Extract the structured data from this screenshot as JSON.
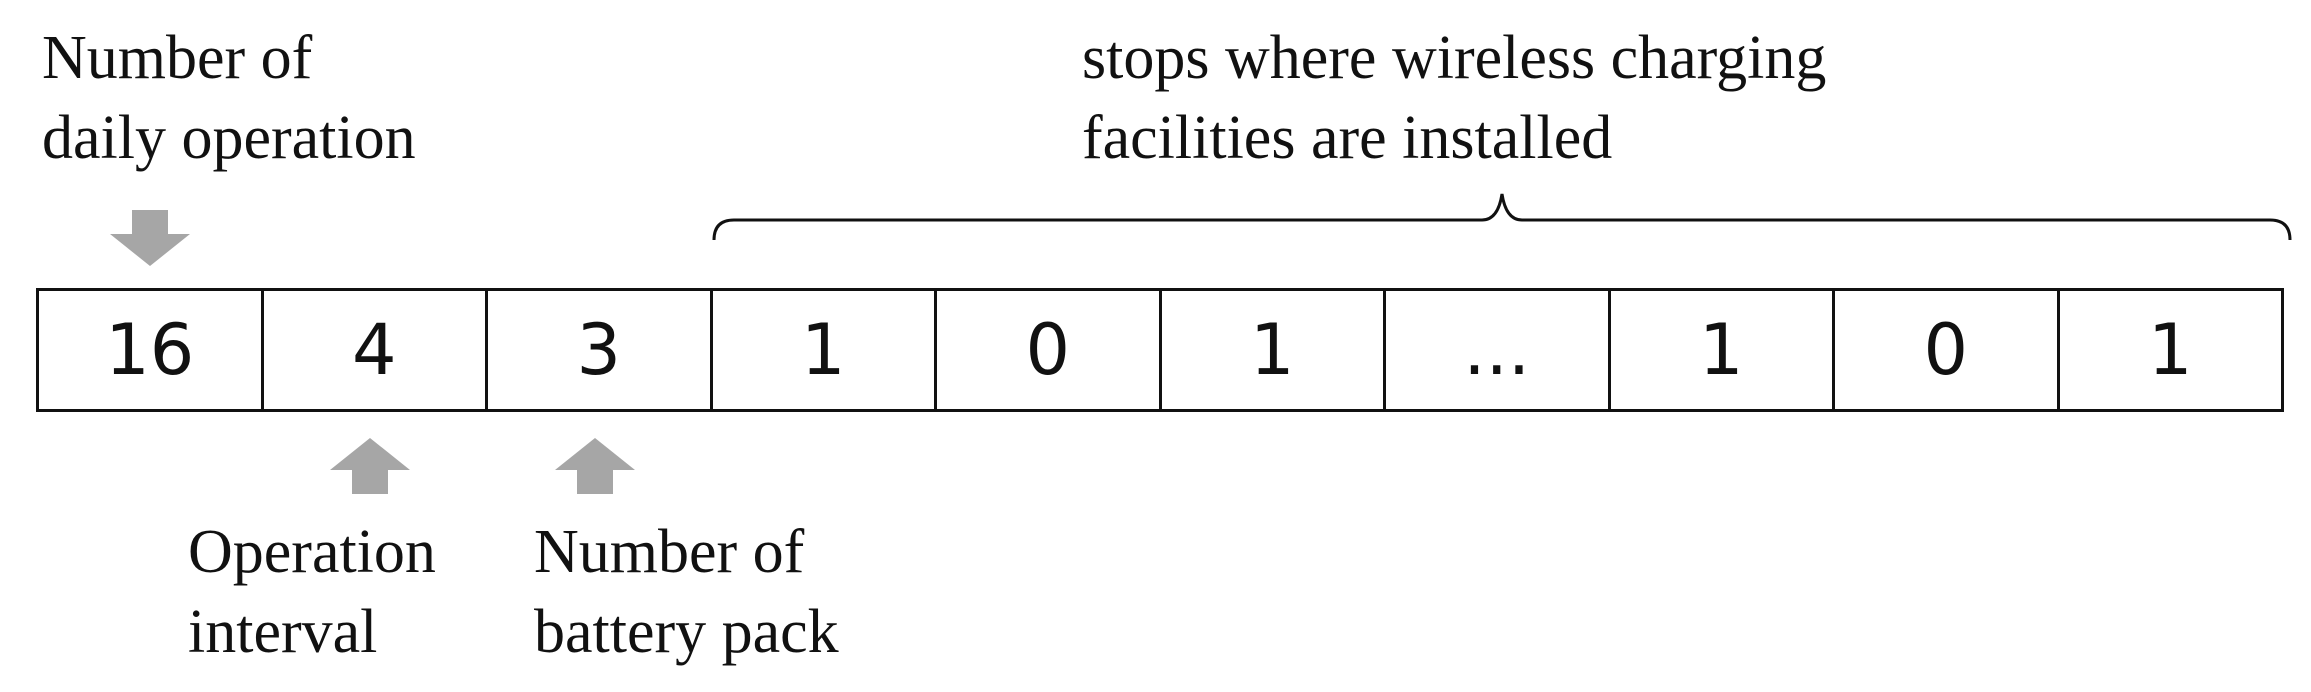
{
  "labels": {
    "daily_operation": [
      "Number of",
      "daily operation"
    ],
    "stops": [
      "stops where wireless charging",
      "facilities are installed"
    ],
    "operation_interval": [
      "Operation",
      "interval"
    ],
    "battery_pack": [
      "Number of",
      "battery pack"
    ]
  },
  "genes": [
    "16",
    "4",
    "3",
    "1",
    "0",
    "1",
    "...",
    "1",
    "0",
    "1"
  ],
  "colors": {
    "arrow": "#a6a6a6",
    "line": "#111111"
  },
  "icons": {
    "daily_arrow": "arrow-down-icon",
    "interval_arrow": "arrow-up-icon",
    "battery_arrow": "arrow-up-icon",
    "brace": "curly-brace-icon"
  }
}
